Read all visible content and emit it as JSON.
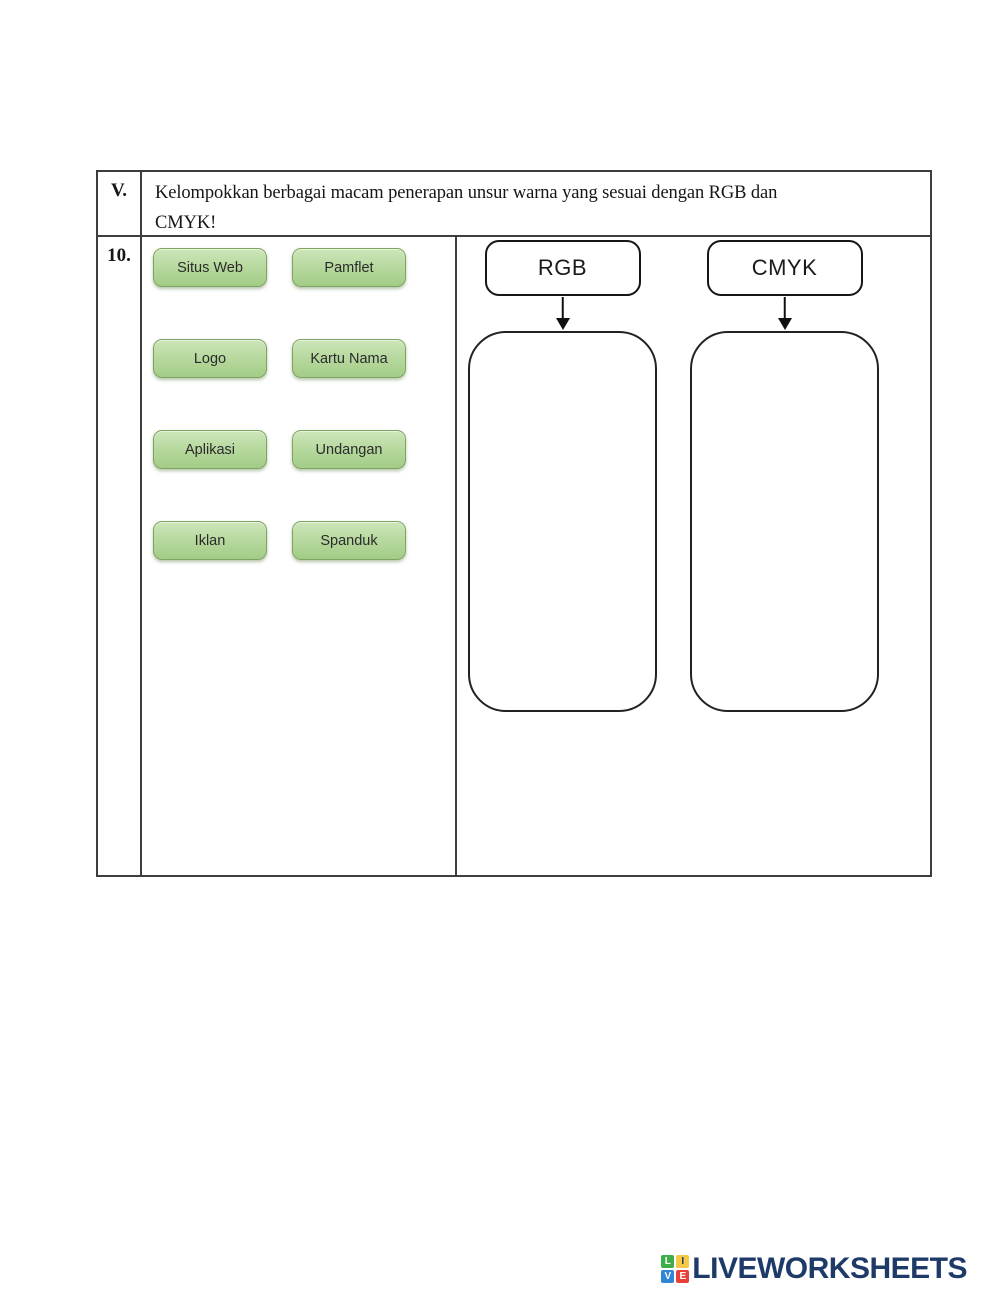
{
  "question_row": {
    "number": "V.",
    "text": "Kelompokkan berbagai macam penerapan unsur warna yang sesuai dengan RGB dan\nCMYK!"
  },
  "task_row": {
    "number": "10.",
    "draggables": [
      "Situs Web",
      "Pamflet",
      "Logo",
      "Kartu Nama",
      "Aplikasi",
      "Undangan",
      "Iklan",
      "Spanduk"
    ],
    "categories": [
      {
        "id": "rgb",
        "label": "RGB"
      },
      {
        "id": "cmyk",
        "label": "CMYK"
      }
    ]
  },
  "colors": {
    "chip_fill_top": "#cde6ba",
    "chip_fill_bottom": "#a3cc87",
    "chip_border": "#7ea45f",
    "table_border": "#3d3d3d",
    "brand_navy": "#1e3a68",
    "tile_green": "#3fae49",
    "tile_yellow": "#f6c945",
    "tile_blue": "#2f86d6",
    "tile_red": "#e8413c"
  },
  "footer": {
    "brand": "LIVEWORKSHEETS",
    "logo_tiles": [
      {
        "letter": "L"
      },
      {
        "letter": "I"
      },
      {
        "letter": "V"
      },
      {
        "letter": "E"
      }
    ]
  }
}
